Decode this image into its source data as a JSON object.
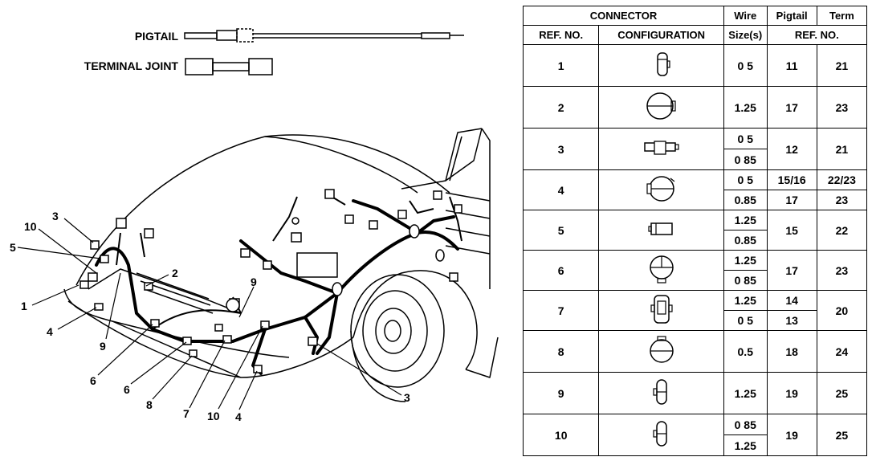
{
  "legend": {
    "pigtail_label": "PIGTAIL",
    "terminal_label": "TERMINAL JOINT"
  },
  "callouts": [
    "1",
    "2",
    "3",
    "3",
    "4",
    "4",
    "5",
    "6",
    "6",
    "7",
    "8",
    "9",
    "9",
    "10",
    "10"
  ],
  "table": {
    "header_connector": "CONNECTOR",
    "header_wire": "Wire",
    "header_pigtail": "Pigtail",
    "header_term": "Term",
    "header_ref_no": "REF. NO.",
    "header_configuration": "CONFIGURATION",
    "header_sizes": "Size(s)",
    "header_ref_no_2": "REF. NO.",
    "rows": [
      {
        "ref": "1",
        "icon": "connector-1-icon",
        "wires": [
          "0 5"
        ],
        "pigtails": [
          "11"
        ],
        "terms": [
          "21"
        ]
      },
      {
        "ref": "2",
        "icon": "connector-2-icon",
        "wires": [
          "1.25"
        ],
        "pigtails": [
          "17"
        ],
        "terms": [
          "23"
        ]
      },
      {
        "ref": "3",
        "icon": "connector-3-icon",
        "wires": [
          "0 5",
          "0 85"
        ],
        "pigtails": [
          "12"
        ],
        "terms": [
          "21"
        ]
      },
      {
        "ref": "4",
        "icon": "connector-4-icon",
        "wires": [
          "0 5",
          "0.85"
        ],
        "pigtails": [
          "15/16",
          "17"
        ],
        "terms": [
          "22/23",
          "23"
        ]
      },
      {
        "ref": "5",
        "icon": "connector-5-icon",
        "wires": [
          "1.25",
          "0.85"
        ],
        "pigtails": [
          "15"
        ],
        "terms": [
          "22"
        ]
      },
      {
        "ref": "6",
        "icon": "connector-6-icon",
        "wires": [
          "1.25",
          "0 85"
        ],
        "pigtails": [
          "17"
        ],
        "terms": [
          "23"
        ]
      },
      {
        "ref": "7",
        "icon": "connector-7-icon",
        "wires": [
          "1.25",
          "0 5"
        ],
        "pigtails": [
          "14",
          "13"
        ],
        "terms": [
          "20"
        ]
      },
      {
        "ref": "8",
        "icon": "connector-8-icon",
        "wires": [
          "0.5"
        ],
        "pigtails": [
          "18"
        ],
        "terms": [
          "24"
        ]
      },
      {
        "ref": "9",
        "icon": "connector-9-icon",
        "wires": [
          "1.25"
        ],
        "pigtails": [
          "19"
        ],
        "terms": [
          "25"
        ]
      },
      {
        "ref": "10",
        "icon": "connector-10-icon",
        "wires": [
          "0 85",
          "1.25"
        ],
        "pigtails": [
          "19"
        ],
        "terms": [
          "25"
        ]
      }
    ]
  }
}
